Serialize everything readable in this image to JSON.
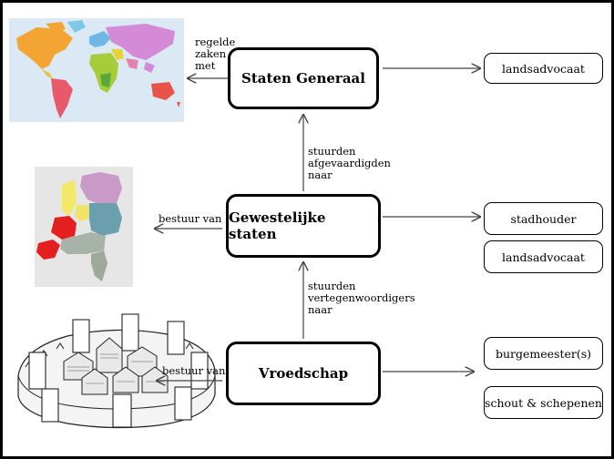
{
  "boxes": {
    "staten_generaal": "Staten Generaal",
    "gewestelijke_staten": "Gewestelijke staten",
    "vroedschap": "Vroedschap"
  },
  "side": {
    "landsadvocaat_top": "landsadvocaat",
    "stadhouder": "stadhouder",
    "landsadvocaat_mid": "landsadvocaat",
    "burgemeesters": "burgemeester(s)",
    "schout": "schout & schepenen"
  },
  "labels": {
    "regelde": [
      "regelde",
      "zaken",
      "met"
    ],
    "stuurden_afgevaardigden": [
      "stuurden",
      "afgevaardigden",
      "naar"
    ],
    "bestuur_van_mid": "bestuur van",
    "stuurden_vertegenwoordigers": [
      "stuurden",
      "vertegenwoordigers",
      "naar"
    ],
    "bestuur_van_bottom": "bestuur van"
  },
  "images": {
    "world_map": "world-map",
    "netherlands_map": "netherlands-map",
    "town_drawing": "walled-town-drawing"
  },
  "colors": {
    "border": "#000000",
    "arrow": "#444444"
  }
}
